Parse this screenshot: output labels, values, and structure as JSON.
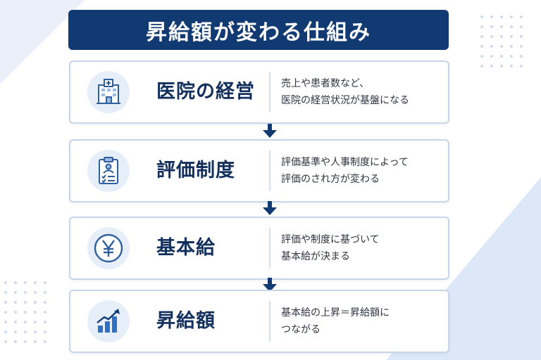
{
  "title": "昇給額が変わる仕組み",
  "steps": [
    {
      "title": "医院の経営",
      "icon": "hospital-icon",
      "desc": [
        "売上や患者数など、",
        "医院の経営状況が基盤になる"
      ]
    },
    {
      "title": "評価制度",
      "icon": "clipboard-icon",
      "desc": [
        "評価基準や人事制度によって",
        "評価のされ方が変わる"
      ]
    },
    {
      "title": "基本給",
      "icon": "yen-icon",
      "desc": [
        "評価や制度に基づいて",
        "基本給が決まる"
      ]
    },
    {
      "title": "昇給額",
      "icon": "growth-chart-icon",
      "desc": [
        "基本給の上昇＝昇給額に",
        "つながる"
      ]
    }
  ],
  "colors": {
    "primary": "#123a72",
    "icon_bg": "#e6eef9",
    "icon_stroke": "#2f5f9e",
    "border": "#c6d5ea"
  }
}
